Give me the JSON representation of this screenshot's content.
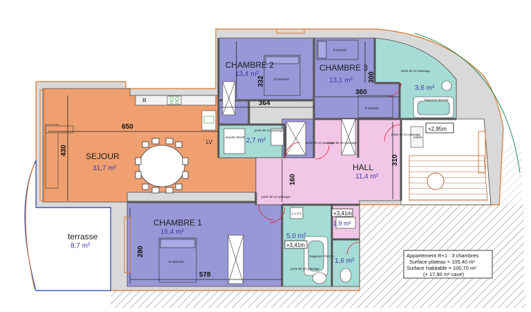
{
  "rooms": {
    "chambre2": {
      "name": "CHAMBRE 2",
      "area": "13,4 m²"
    },
    "chambre3": {
      "name": "CHAMBRE 3",
      "area": "13,1 m²"
    },
    "sejour": {
      "name": "SEJOUR",
      "area": "31,7 m²"
    },
    "hall": {
      "name": "HALL",
      "area": "11,4 m²"
    },
    "chambre1": {
      "name": "CHAMBRE 1",
      "area": "16,4 m²"
    },
    "terrasse": {
      "name": "terrasse",
      "area": "8,7 m²"
    },
    "bath_top": {
      "area": "3,6 m²"
    },
    "wc_top": {
      "area": "2,7 m²"
    },
    "bath_bottom": {
      "area": "5,0 m²"
    },
    "laundry": {
      "area": "1,9 m²"
    },
    "wc_bottom": {
      "area": "1,6 m²"
    }
  },
  "dimensions": {
    "d650": "650",
    "d430": "430",
    "d364": "364",
    "d332": "332",
    "d300": "300",
    "d360": "360",
    "d310": "310",
    "d160": "160",
    "d280": "280",
    "d578": "578"
  },
  "levels": {
    "stair": "+2,95m",
    "laundry": "+3,41m",
    "bath": "+3,41m"
  },
  "fixture_labels": {
    "bed_c2": "lit 160x200",
    "bed_c3": "lit 90x200",
    "desk_c3": "lit 90x200",
    "bed_c1": "lit 160x200",
    "bathtub_top": "baignoire 80x160",
    "door_bath_top": "porte 80 cm passage",
    "shower_wc_top": "douche 90x90",
    "door_wc_top": "porte 80 cm passage",
    "door_c2": "porte 80 cm passage",
    "door_c3": "porte 80 cm passage",
    "door_stair": "porte 90 cm passage",
    "door_c1": "porte 80 cm passage",
    "door_bath_bottom": "porte 80 cm passage",
    "bathtub_bottom": "baignoire 70x170",
    "laundry_machines": "L.L S.L",
    "stair_arrow": "entrée",
    "appliance_lv": "LV",
    "fridge": "R"
  },
  "summary": {
    "line1": "Appartement R+1 : 3 chambres",
    "line2": "Surface plateau = 105,40 m²",
    "line3": "Surface habitable = 100,70 m²",
    "line4": "(+ 17,90 m² cave)"
  },
  "colors": {
    "sejour": "#f0a070",
    "bedroom": "#9898d8",
    "hall": "#f2c6e6",
    "wet": "#a6dcd6",
    "wall": "#d8d8d8",
    "wall_outline": "#d9782a",
    "dimension": "#202020",
    "area_text": "#3a3aa0"
  }
}
